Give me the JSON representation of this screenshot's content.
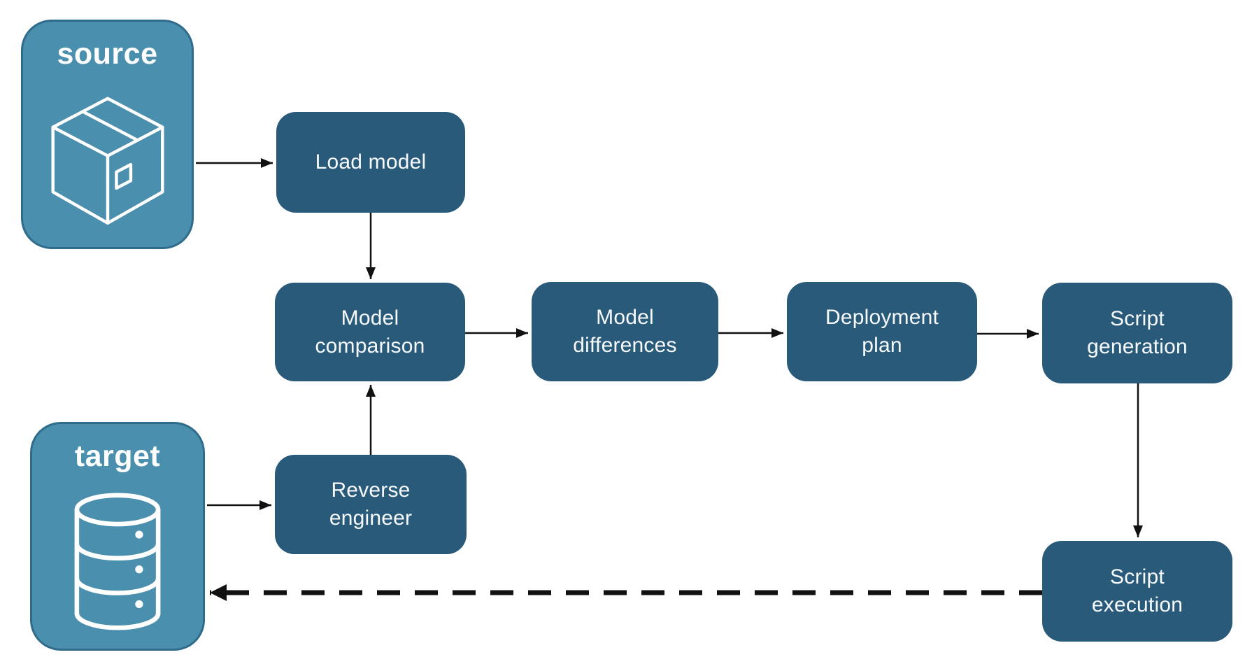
{
  "palette": {
    "node_fill": "#2a5a7a",
    "endpoint_fill": "#4a8fad",
    "endpoint_border": "#2f6c8b",
    "label_text": "#f7fafc",
    "arrow_color": "#111111",
    "background": "#ffffff"
  },
  "endpoints": {
    "source": {
      "label": "source",
      "icon": "package-icon"
    },
    "target": {
      "label": "target",
      "icon": "database-icon"
    }
  },
  "nodes": {
    "load_model": {
      "line1": "Load model",
      "line2": ""
    },
    "model_comparison": {
      "line1": "Model",
      "line2": "comparison"
    },
    "model_differences": {
      "line1": "Model",
      "line2": "differences"
    },
    "deployment_plan": {
      "line1": "Deployment",
      "line2": "plan"
    },
    "script_generation": {
      "line1": "Script",
      "line2": "generation"
    },
    "reverse_engineer": {
      "line1": "Reverse",
      "line2": "engineer"
    },
    "script_execution": {
      "line1": "Script",
      "line2": "execution"
    }
  },
  "edges": [
    {
      "from": "source",
      "to": "load_model",
      "style": "solid"
    },
    {
      "from": "load_model",
      "to": "model_comparison",
      "style": "solid"
    },
    {
      "from": "model_comparison",
      "to": "model_differences",
      "style": "solid"
    },
    {
      "from": "model_differences",
      "to": "deployment_plan",
      "style": "solid"
    },
    {
      "from": "deployment_plan",
      "to": "script_generation",
      "style": "solid"
    },
    {
      "from": "script_generation",
      "to": "script_execution",
      "style": "solid"
    },
    {
      "from": "target",
      "to": "reverse_engineer",
      "style": "solid"
    },
    {
      "from": "reverse_engineer",
      "to": "model_comparison",
      "style": "solid"
    },
    {
      "from": "script_execution",
      "to": "target",
      "style": "dashed"
    }
  ]
}
